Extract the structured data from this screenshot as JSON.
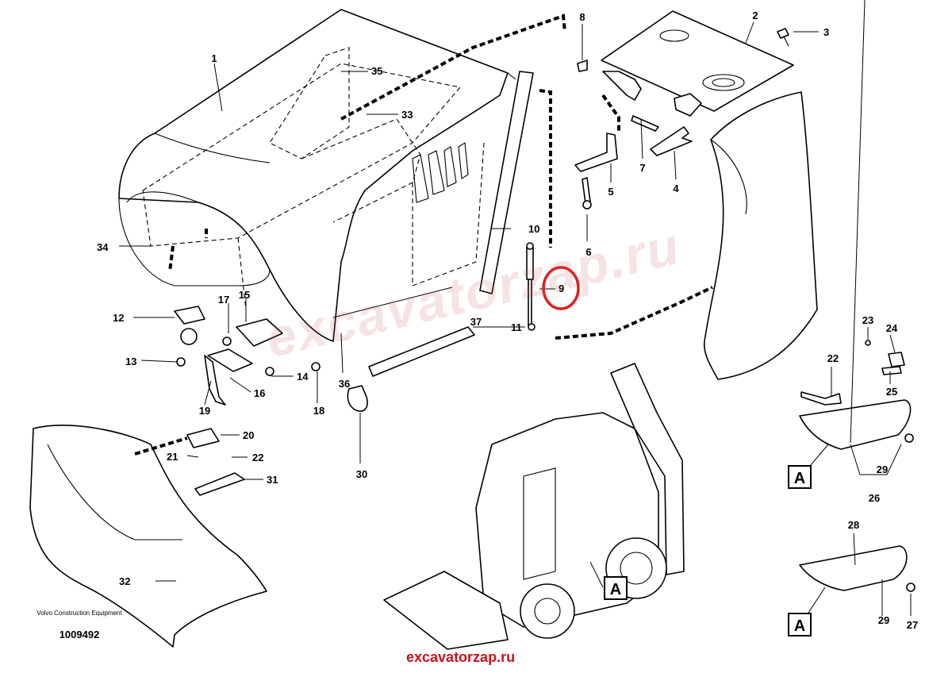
{
  "drawing": {
    "maker": "Volvo Construction Equipment",
    "doc_number": "1009492",
    "highlight_color": "#e02020",
    "watermark_text": "excavatorzap.ru",
    "site_text": "excavatorzap.ru",
    "site_color": "#c8141e",
    "callouts": {
      "c1": "1",
      "c2": "2",
      "c3": "3",
      "c4": "4",
      "c5": "5",
      "c6": "6",
      "c7": "7",
      "c8": "8",
      "c9": "9",
      "c10": "10",
      "c11": "11",
      "c12": "12",
      "c13": "13",
      "c14": "14",
      "c15": "15",
      "c16": "16",
      "c17": "17",
      "c18": "18",
      "c19": "19",
      "c20": "20",
      "c21": "21",
      "c22a": "22",
      "c22b": "22",
      "c23": "23",
      "c24": "24",
      "c25": "25",
      "c26": "26",
      "c27": "27",
      "c28": "28",
      "c29a": "29",
      "c29b": "29",
      "c30": "30",
      "c31": "31",
      "c32": "32",
      "c33": "33",
      "c34": "34",
      "c35": "35",
      "c36": "36",
      "c37": "37"
    },
    "view_labels": {
      "a1": "A",
      "a2": "A",
      "a3": "A"
    }
  }
}
